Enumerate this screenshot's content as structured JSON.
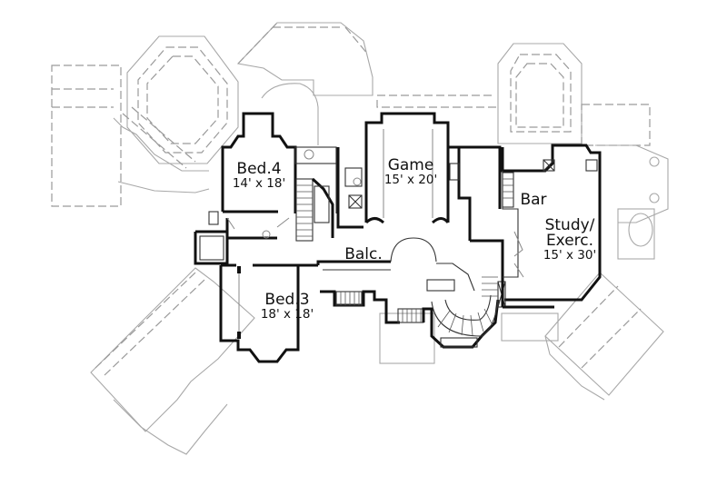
{
  "drawing": {
    "type": "floor plan",
    "level": "upper floor",
    "colors": {
      "walls": "#111111",
      "below_outline": "#9a9a9a",
      "background": "#ffffff"
    }
  },
  "rooms": {
    "bed4": {
      "name": "Bed.4",
      "dims": "14' x 18'"
    },
    "game": {
      "name": "Game",
      "dims": "15' x 20'"
    },
    "bar": {
      "name": "Bar"
    },
    "study": {
      "name_line1": "Study/",
      "name_line2": "Exerc.",
      "dims": "15' x 30'"
    },
    "bed3": {
      "name": "Bed.3",
      "dims": "18' x 18'"
    },
    "balc": {
      "name": "Balc."
    }
  }
}
